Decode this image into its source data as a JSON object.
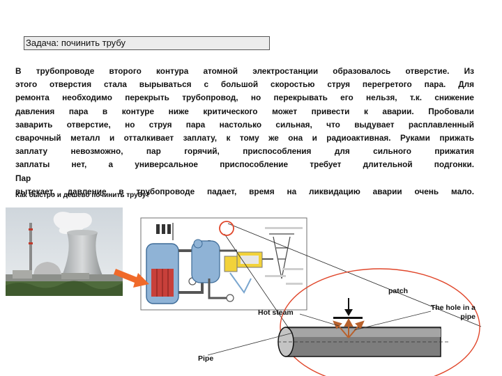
{
  "task": {
    "title": "Задача: починить трубу"
  },
  "problem": {
    "lines": [
      "В трубопроводе второго контура атомной электростанции образовалось отверстие. Из",
      "этого отверстия стала вырываться с большой скоростью струя перегретого пара. Для",
      "ремонта необходимо перекрыть трубопровод, но перекрывать его нельзя, т.к. снижение",
      "давления пара в контуре ниже критического может привести к аварии. Пробовали",
      "заварить отверстие, но струя пара настолько сильная, что выдувает расплавленный",
      "сварочный металл и отталкивает заплату, к тому же она и радиоактивная. Руками прижать",
      "заплату невозможно, пар горячий, приспособления для сильного прижатия",
      "заплаты нет, а универсальное приспособление требует длительной подгонки.",
      "Пар",
      "вытекает, давление в трубопроводе падает, время на ликвидацию аварии очень мало."
    ],
    "question": "Как быстро и дешево починить трубу?"
  },
  "diagram": {
    "labels": {
      "patch": "patch",
      "hot_steam": "Hot steam",
      "hole": "The hole in a pipe",
      "pipe": "Pipe"
    },
    "colors": {
      "callout_circle": "#e0462a",
      "arrow": "#f06a2a",
      "steam_arrows": "#b8612c",
      "pipe_body": "#7d7d7d",
      "reactor_core": "#c8403a"
    }
  }
}
